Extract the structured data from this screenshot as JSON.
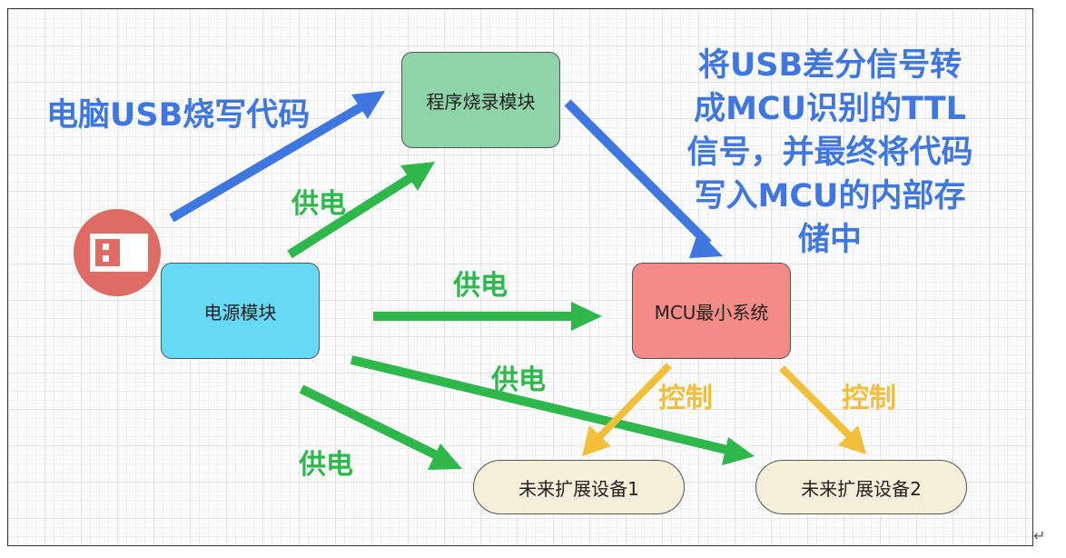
{
  "nodes": {
    "burner": "程序烧录模块",
    "power": "电源模块",
    "mcu": "MCU最小系统",
    "ext1": "未来扩展设备1",
    "ext2": "未来扩展设备2"
  },
  "labels": {
    "usb": "电脑USB烧写代码",
    "desc": "将USB差分信号转成MCU识别的TTL信号，并最终将代码写入MCU的内部存储中",
    "power1": "供电",
    "power2": "供电",
    "power3": "供电",
    "power4": "供电",
    "control1": "控制",
    "control2": "控制"
  },
  "icons": {
    "usb": "usb-connector-icon"
  },
  "colors": {
    "blue": "#3e77e0",
    "green": "#2eb84c",
    "yellow": "#f2bf3b",
    "burner": "#8fd3a8",
    "power": "#66d9f7",
    "mcu": "#f38c86",
    "ext": "#f5efd9",
    "usb_circle": "#de6b64"
  },
  "return_mark": "↵"
}
